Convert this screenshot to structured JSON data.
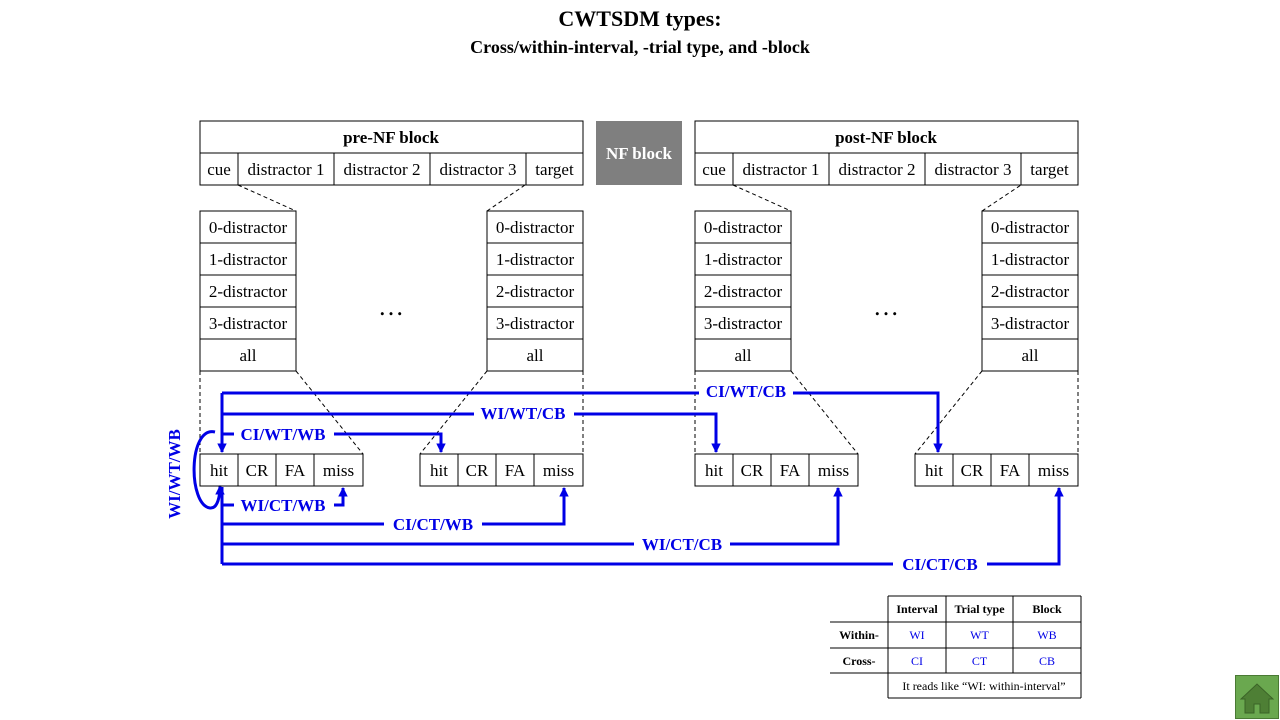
{
  "title": "CWTSDM types:",
  "subtitle": "Cross/within-interval,  -trial type, and -block",
  "pre_block": {
    "label": "pre-NF block",
    "cells": [
      "cue",
      "distractor 1",
      "distractor 2",
      "distractor 3",
      "target"
    ]
  },
  "nf_block": "NF block",
  "post_block": {
    "label": "post-NF block",
    "cells": [
      "cue",
      "distractor 1",
      "distractor 2",
      "distractor 3",
      "target"
    ]
  },
  "distractor_rows": [
    "0-distractor",
    "1-distractor",
    "2-distractor",
    "3-distractor",
    "all"
  ],
  "ellipsis": "…",
  "outcomes": [
    "hit",
    "CR",
    "FA",
    "miss"
  ],
  "arrows": {
    "wi_wt_wb": "WI/WT/WB",
    "ci_wt_wb": "CI/WT/WB",
    "wi_wt_cb": "WI/WT/CB",
    "ci_wt_cb": "CI/WT/CB",
    "wi_ct_wb": "WI/CT/WB",
    "ci_ct_wb": "CI/CT/WB",
    "wi_ct_cb": "WI/CT/CB",
    "ci_ct_cb": "CI/CT/CB"
  },
  "legend": {
    "headers": [
      "Interval",
      "Trial type",
      "Block"
    ],
    "rows": [
      {
        "label": "Within-",
        "values": [
          "WI",
          "WT",
          "WB"
        ]
      },
      {
        "label": "Cross-",
        "values": [
          "CI",
          "CT",
          "CB"
        ]
      }
    ],
    "note": "It reads like “WI: within-interval”"
  },
  "colors": {
    "arrow": "#0000e6",
    "nf_block": "#7f7f7f",
    "home_button": "#6aa84f"
  },
  "icons": {
    "home": "home-icon"
  }
}
